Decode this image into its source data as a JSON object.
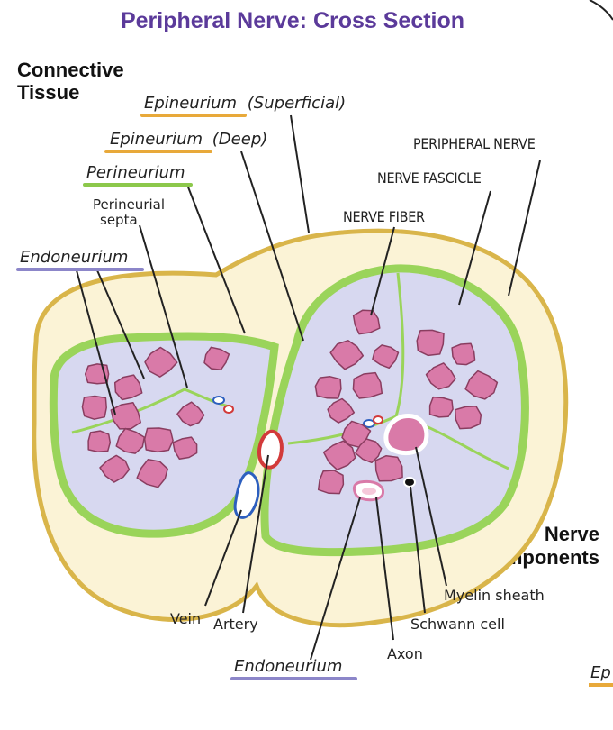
{
  "title": "Peripheral Nerve: Cross Section",
  "sections": {
    "connective_tissue": [
      "Connective",
      "Tissue"
    ],
    "nerve_components": [
      "Nerve",
      "Components"
    ]
  },
  "labels": {
    "epineurium_superficial": {
      "main": "Epineurium",
      "suffix": "(Superficial)"
    },
    "epineurium_deep": {
      "main": "Epineurium",
      "suffix": "(Deep)"
    },
    "perineurium": "Perineurium",
    "perineurial_septa": [
      "Perineurial",
      "septa"
    ],
    "endoneurium_top": "Endoneurium",
    "peripheral_nerve": "PERIPHERAL NERVE",
    "nerve_fascicle": "NERVE FASCICLE",
    "nerve_fiber": "NERVE FIBER",
    "vein": "Vein",
    "artery": "Artery",
    "endoneurium_bottom": "Endoneurium",
    "axon": "Axon",
    "schwann_cell": "Schwann cell",
    "myelin_sheath": "Myelin sheath",
    "cropped_edge": "Ep"
  },
  "colors": {
    "title": "#5b3a9a",
    "epineurium": "#fbf3d6",
    "epineurium_outline": "#d9b54a",
    "perineurium": "#9ad45a",
    "fascicle_interior": "#d7d8f0",
    "axon": "#d97aa8",
    "axon_outline": "#8a3d60",
    "underline_orange": "#e8a93a",
    "underline_green": "#8cc84b",
    "underline_purple": "#8c86c9",
    "artery": "#d23a3a",
    "vein": "#2d5fbf"
  }
}
